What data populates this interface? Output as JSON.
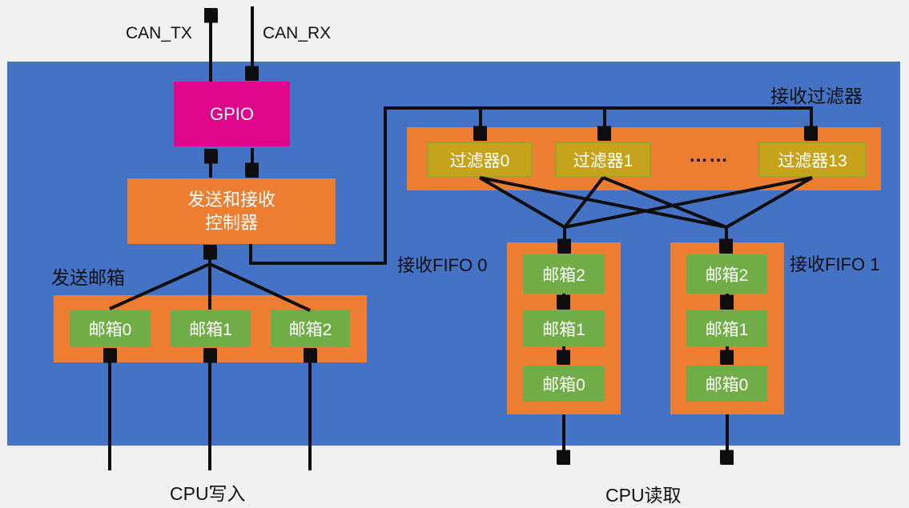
{
  "labels": {
    "can_tx": "CAN_TX",
    "can_rx": "CAN_RX",
    "rx_filter": "接收过滤器",
    "tx_mailbox": "发送邮箱",
    "rx_fifo0": "接收FIFO 0",
    "rx_fifo1": "接收FIFO 1",
    "cpu_write": "CPU写入",
    "cpu_read": "CPU读取"
  },
  "blocks": {
    "gpio": "GPIO",
    "controller_line1": "发送和接收",
    "controller_line2": "控制器"
  },
  "tx_mailboxes": [
    "邮箱0",
    "邮箱1",
    "邮箱2"
  ],
  "filters": {
    "f0": "过滤器0",
    "f1": "过滤器1",
    "dots": "……",
    "f13": "过滤器13"
  },
  "fifo0_mailboxes": [
    "邮箱2",
    "邮箱1",
    "邮箱0"
  ],
  "fifo1_mailboxes": [
    "邮箱2",
    "邮箱1",
    "邮箱0"
  ],
  "colors": {
    "region_blue": "#4472C4",
    "container_orange": "#ED7D31",
    "mailbox_green": "#70AD47",
    "filter_gold": "#C5A41C",
    "gpio_magenta": "#E0068C",
    "connector_black": "#0D0D0D",
    "page_background": "#F1F1F1"
  }
}
